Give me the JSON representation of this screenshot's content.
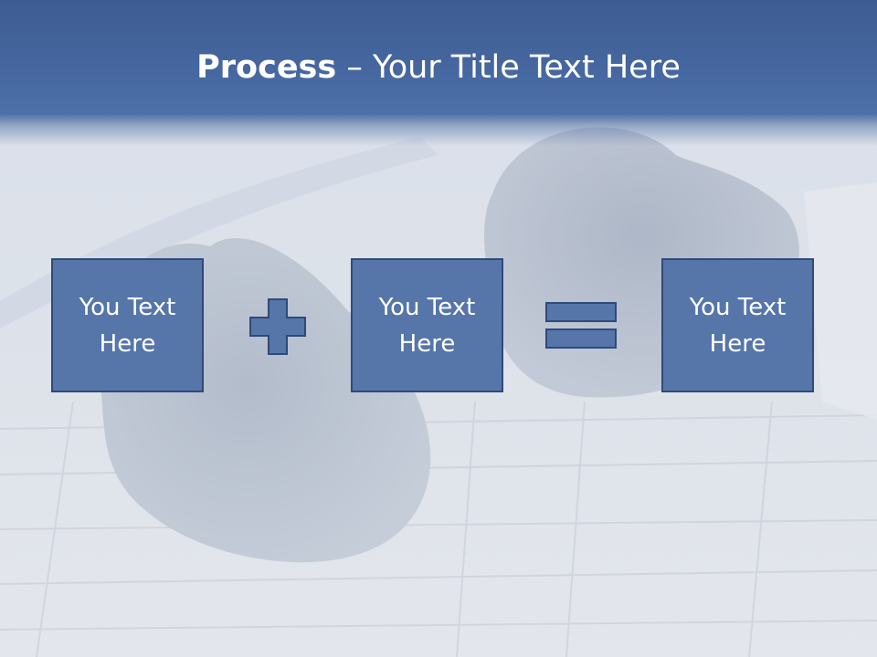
{
  "slide": {
    "title_bold": "Process",
    "title_rest": " – Your Title Text Here",
    "boxes": [
      {
        "label": "You Text\nHere"
      },
      {
        "label": "You Text\nHere"
      },
      {
        "label": "You Text\nHere"
      }
    ],
    "operators": [
      "plus-icon",
      "equals-icon"
    ]
  },
  "colors": {
    "title_band": "#45669e",
    "box_fill": "#5676aa",
    "box_border": "#2f4a78",
    "text": "#ffffff"
  }
}
